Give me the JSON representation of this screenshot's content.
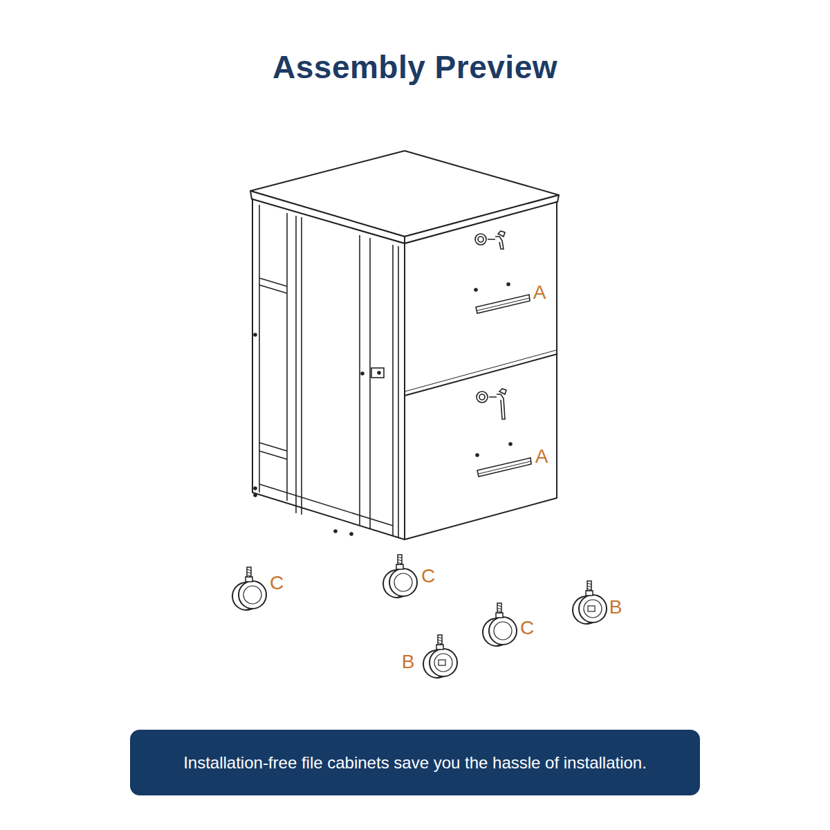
{
  "diagram": {
    "title": "Assembly Preview",
    "caption": "Installation-free file cabinets save you the hassle of installation.",
    "labels": [
      "A",
      "A",
      "C",
      "C",
      "B",
      "C",
      "B"
    ]
  }
}
